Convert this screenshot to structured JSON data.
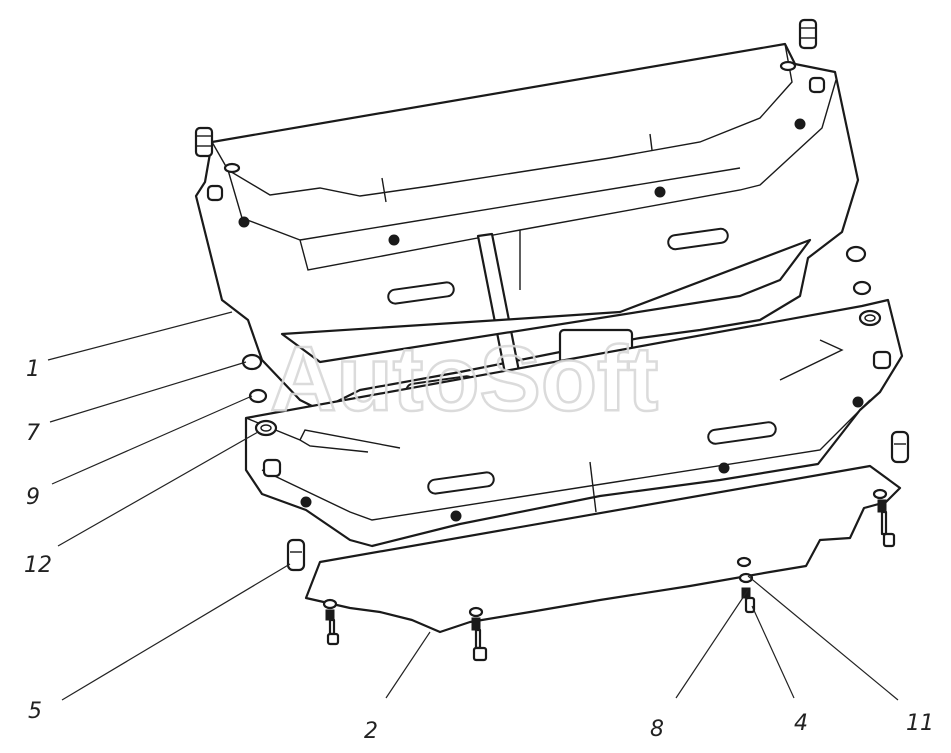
{
  "watermark": "AutoSoft",
  "callouts": {
    "c1": "1",
    "c7": "7",
    "c9": "9",
    "c12": "12",
    "c5": "5",
    "c2": "2",
    "c8": "8",
    "c4": "4",
    "c11": "11"
  },
  "colors": {
    "line": "#1a1a1a",
    "watermark": "#d8d8d8",
    "background": "#ffffff"
  }
}
